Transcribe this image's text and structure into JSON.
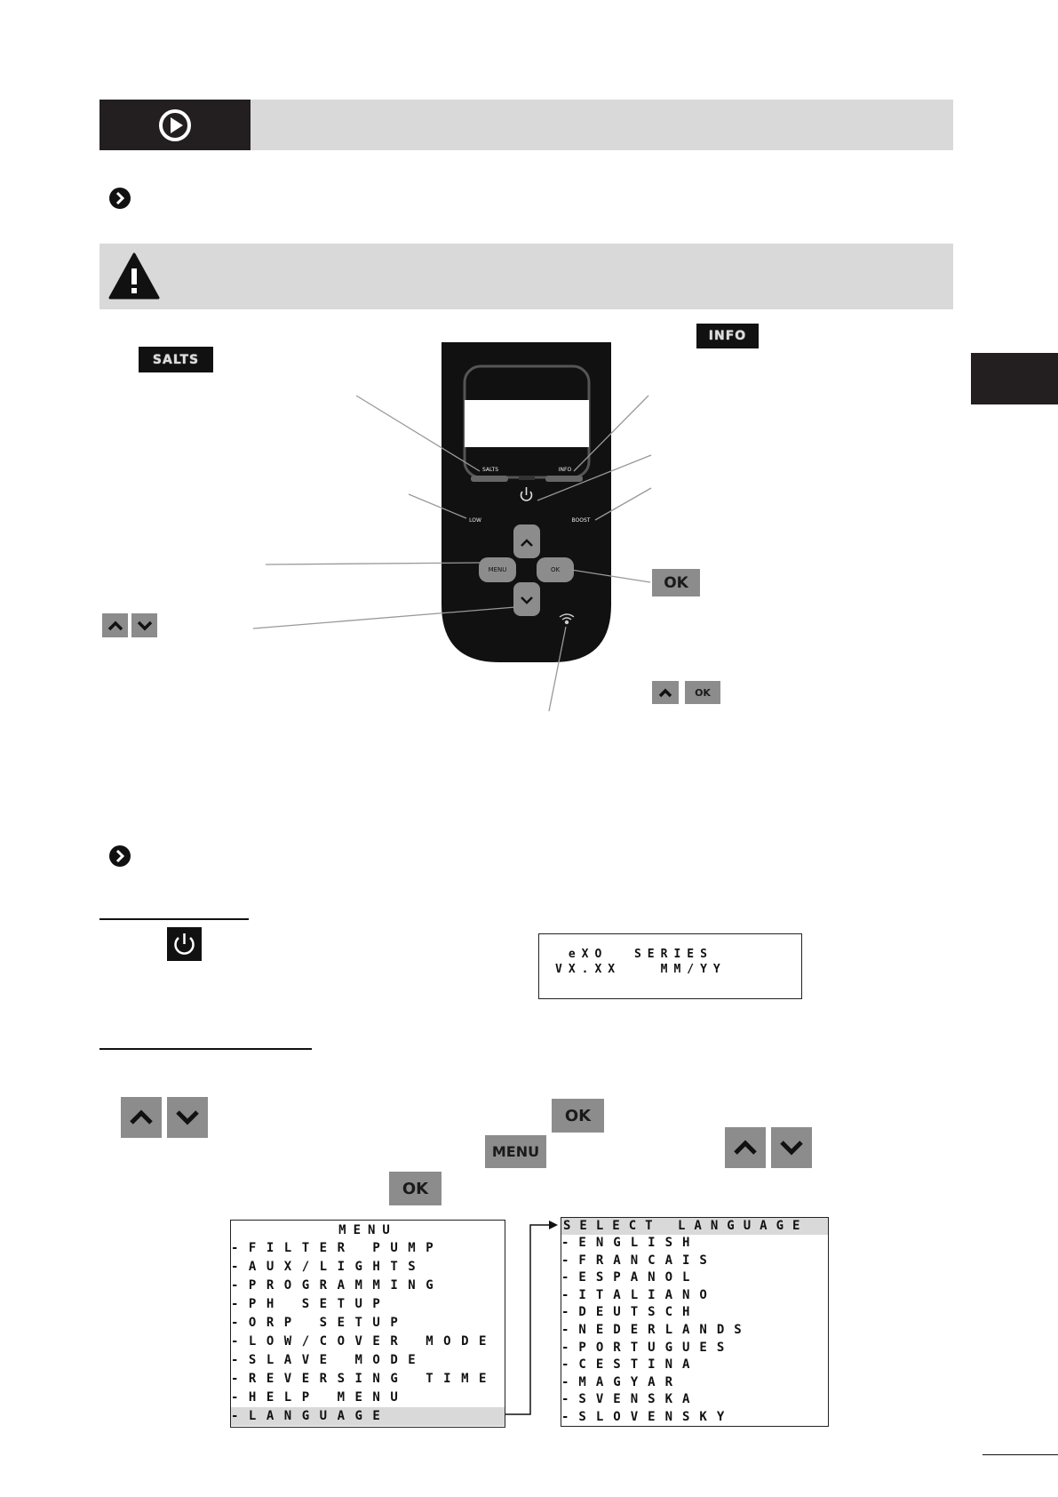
{
  "keys": {
    "salts": "SALTS",
    "info": "INFO",
    "ok": "OK",
    "menu": "MENU"
  },
  "device": {
    "salts": "SALTS",
    "info": "INFO",
    "low": "LOW",
    "boost": "BOOST",
    "menu": "MENU",
    "ok": "OK"
  },
  "splash_lcd": {
    "line1": " eXO  SERIES",
    "line2": "VX.XX   MM/YY"
  },
  "menu_lcd": {
    "title": "MENU",
    "items": [
      "-FILTER PUMP",
      "-AUX/LIGHTS",
      "-PROGRAMMING",
      "-PH SETUP",
      "-ORP SETUP",
      "-LOW/COVER MODE",
      "-SLAVE MODE",
      "-REVERSING TIME",
      "-HELP MENU",
      "-LANGUAGE"
    ]
  },
  "language_lcd": {
    "title": "SELECT LANGUAGE",
    "items": [
      "-ENGLISH",
      "-FRANCAIS",
      "-ESPANOL",
      "-ITALIANO",
      "-DEUTSCH",
      "-NEDERLANDS",
      "-PORTUGUES",
      "-CESTINA",
      "-MAGYAR",
      "-SVENSKA",
      "-SLOVENSKY"
    ]
  },
  "colors": {
    "dark": "#231f20",
    "light_gray": "#d9d9d9",
    "key_gray": "#8c8c8c"
  }
}
